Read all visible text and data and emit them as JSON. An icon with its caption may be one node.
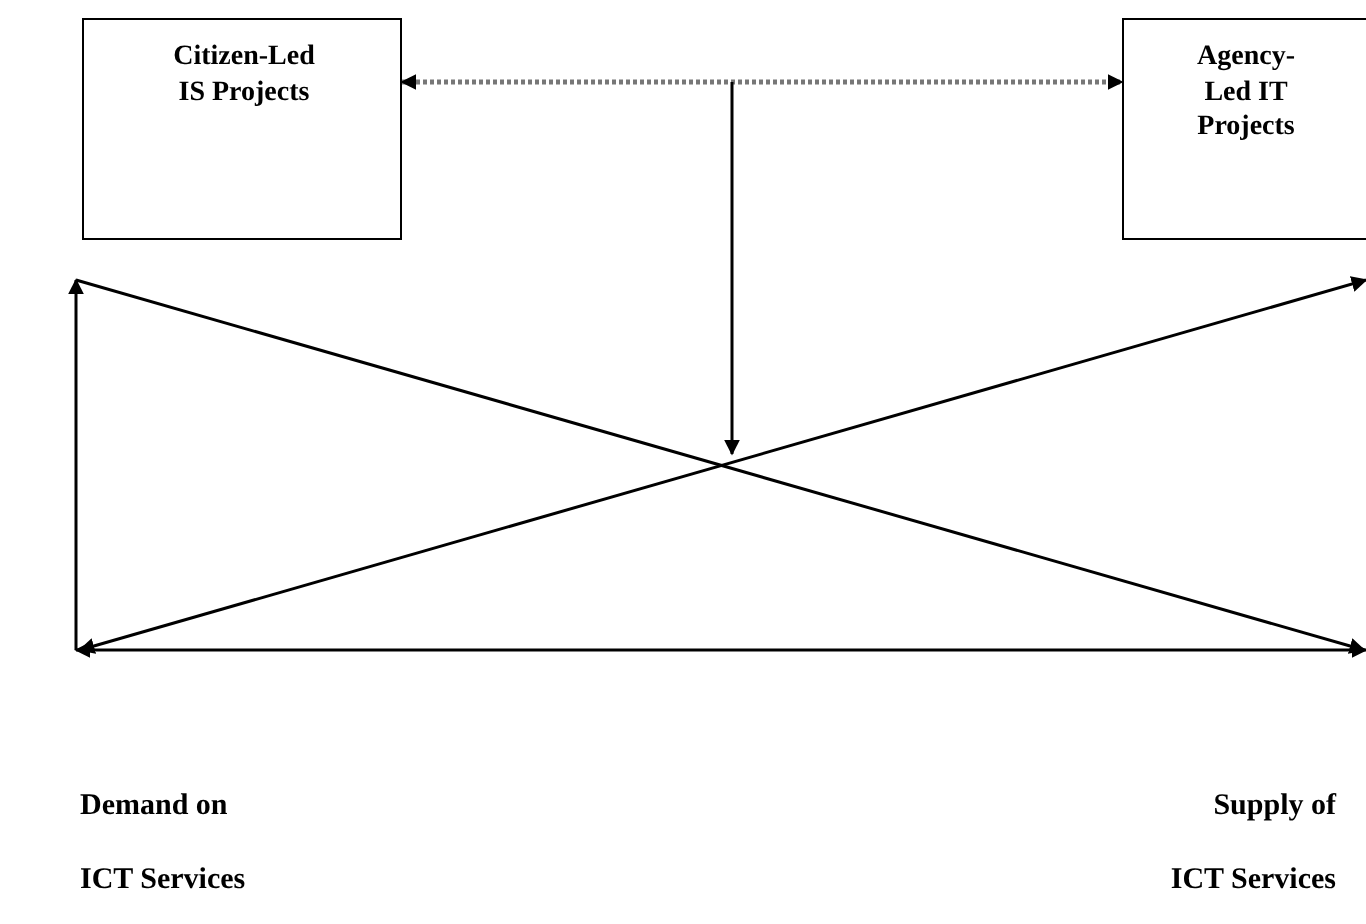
{
  "diagram": {
    "nodes": [
      {
        "text": [
          "Citizen-Led IS Projects"
        ]
      },
      {
        "text": [
          "Agency-Led IT Projects"
        ]
      }
    ],
    "edges": [
      {
        "from": 0,
        "to": 1,
        "arrow": "both",
        "style": "dashed"
      }
    ],
    "labels": [
      "Demand on",
      "Supply of",
      "ICT Services",
      "ICT Services"
    ]
  }
}
